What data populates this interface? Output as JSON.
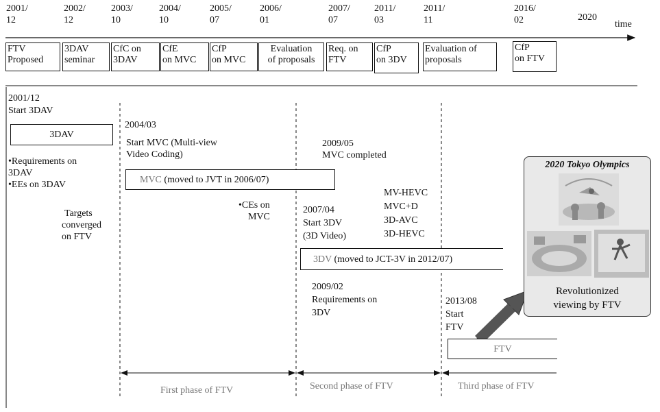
{
  "timeline": {
    "dates": [
      {
        "l1": "2001/",
        "l2": "12"
      },
      {
        "l1": "2002/",
        "l2": "12"
      },
      {
        "l1": "2003/",
        "l2": "10"
      },
      {
        "l1": "2004/",
        "l2": "10"
      },
      {
        "l1": "2005/",
        "l2": "07"
      },
      {
        "l1": "2006/",
        "l2": "01"
      },
      {
        "l1": "2007/",
        "l2": "07"
      },
      {
        "l1": "2011/",
        "l2": "03"
      },
      {
        "l1": "2011/",
        "l2": "11"
      },
      {
        "l1": "2016/",
        "l2": "02"
      }
    ],
    "year_2020": "2020",
    "time_label": "time",
    "events": [
      {
        "l1": "FTV",
        "l2": "Proposed"
      },
      {
        "l1": "3DAV",
        "l2": "seminar"
      },
      {
        "l1": "CfC on",
        "l2": "3DAV"
      },
      {
        "l1": "CfE",
        "l2": "on MVC"
      },
      {
        "l1": "CfP",
        "l2": "on MVC"
      },
      {
        "l1": "Evaluation",
        "l2": "of proposals"
      },
      {
        "l1": "Req. on",
        "l2": "FTV"
      },
      {
        "l1": "CfP",
        "l2": "on 3DV"
      },
      {
        "l1": "Evaluation of",
        "l2": "proposals"
      },
      {
        "l1": "CfP",
        "l2": "on FTV"
      }
    ]
  },
  "col1": {
    "date": "2001/12",
    "start": "Start 3DAV",
    "box": "3DAV",
    "bullets": [
      "•Requirements on",
      "3DAV",
      "•EEs on 3DAV"
    ],
    "targets": [
      "Targets",
      "converged",
      "on FTV"
    ]
  },
  "col2": {
    "date": "2004/03",
    "start": [
      "Start MVC (Multi-view",
      "Video Coding)"
    ],
    "box_prefix": "MVC",
    "box_rest": " (moved to JVT in 2006/07)",
    "ces": [
      "•CEs on",
      "MVC"
    ]
  },
  "col3": {
    "mvc_done": [
      "2009/05",
      "MVC completed"
    ],
    "start3dv": [
      "2007/04",
      "Start 3DV",
      "(3D Video)"
    ],
    "codecs": [
      "MV-HEVC",
      "MVC+D",
      "3D-AVC",
      "3D-HEVC"
    ],
    "box_prefix": "3DV",
    "box_rest": " (moved to JCT-3V in 2012/07)",
    "req": [
      "2009/02",
      "Requirements on",
      "3DV"
    ]
  },
  "col4": {
    "start": [
      "2013/08",
      "Start",
      "FTV"
    ],
    "box": "FTV"
  },
  "phases": [
    "First phase of  FTV",
    "Second phase of  FTV",
    "Third phase of  FTV"
  ],
  "olympics": {
    "title": "2020 Tokyo Olympics",
    "caption": [
      "Revolutionized",
      "viewing by FTV"
    ]
  },
  "colors": {
    "arrow": "#555555",
    "panel": "#e9e9e9",
    "gray_text": "#777777"
  }
}
